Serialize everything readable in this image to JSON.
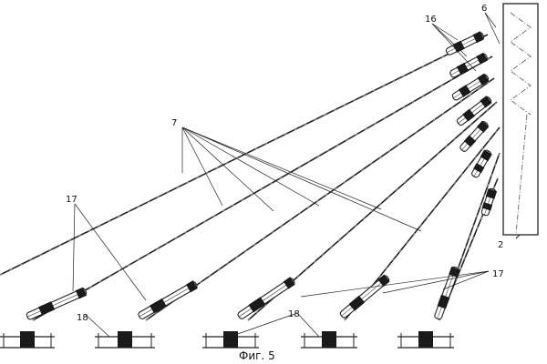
{
  "figure": {
    "caption": "Фиг. 5",
    "labels": {
      "anchor_blocks": "6",
      "upper_clamps": "16",
      "cables": "7",
      "lower_clamps": "17",
      "ground_supports": "18",
      "pylon": "2"
    },
    "stroke_color": "#222222",
    "fill_dark": "#1a1a1a",
    "background": "#ffffff"
  }
}
